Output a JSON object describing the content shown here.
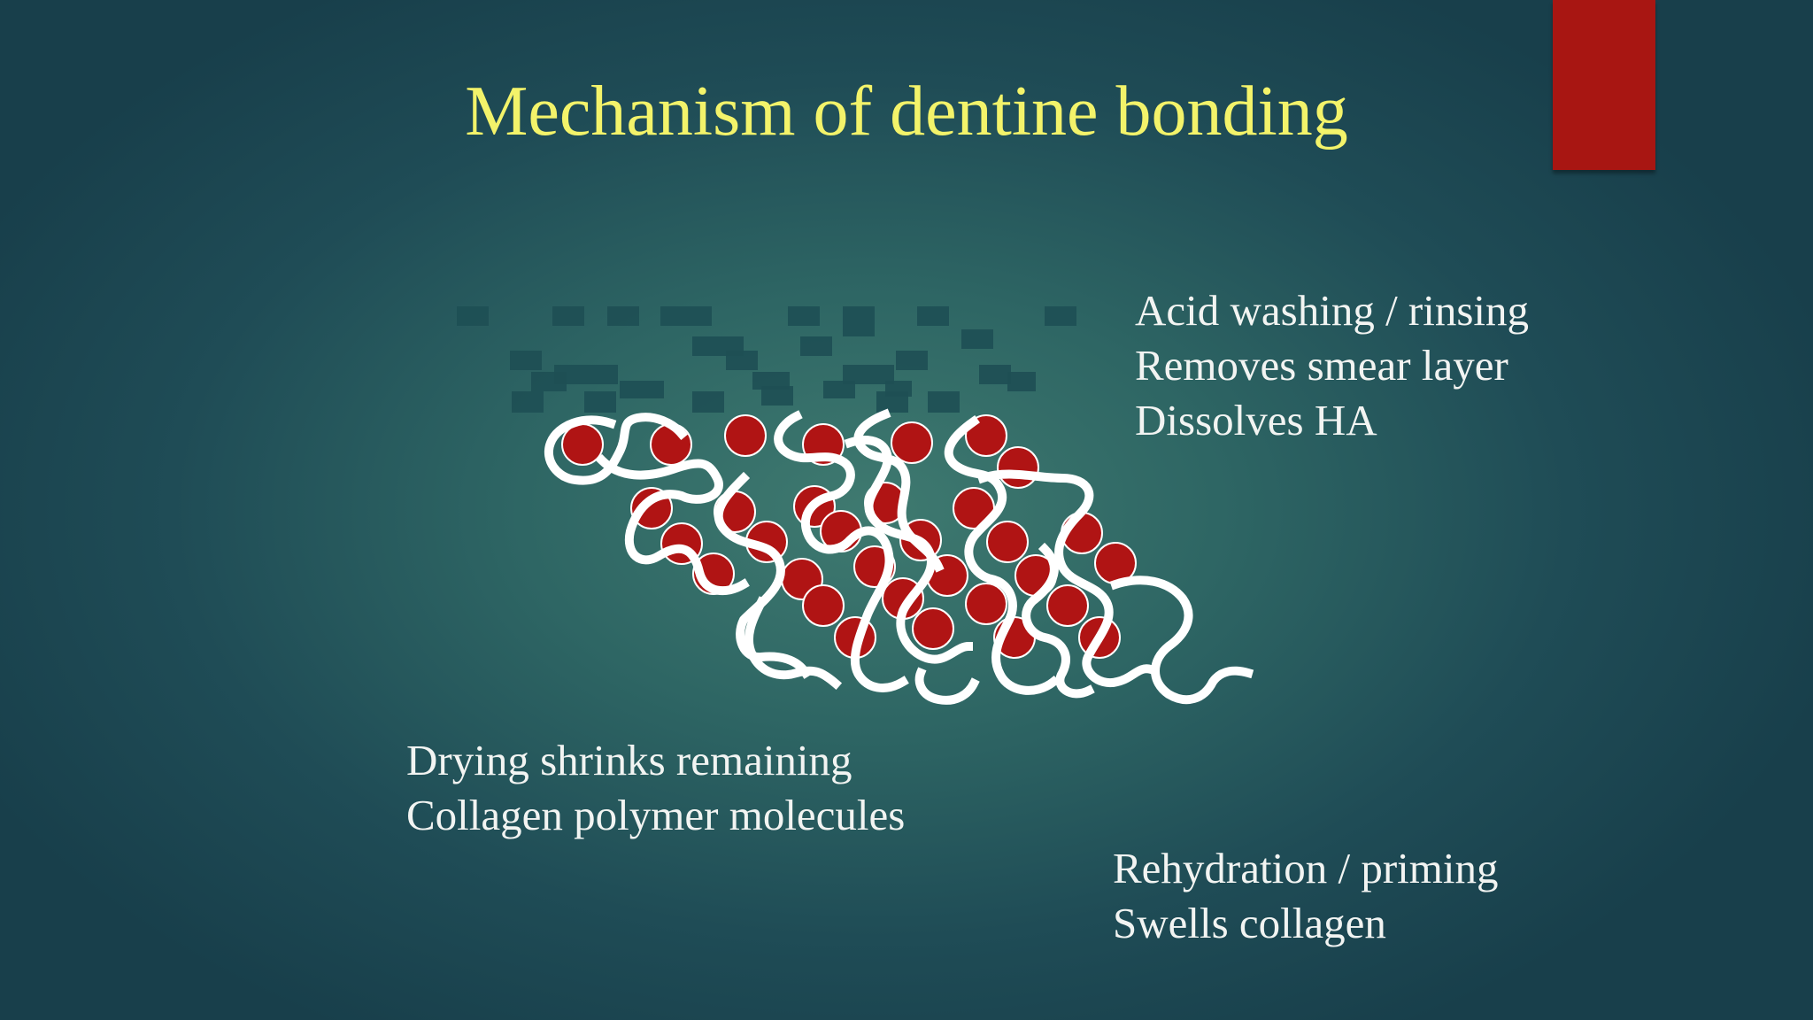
{
  "slide": {
    "title": "Mechanism of dentine bonding",
    "colors": {
      "title": "#f3f36a",
      "text": "#f2f4f2",
      "accent": "#a81612",
      "particle": "#b01414",
      "fibre": "#ffffff",
      "smear_square": "#1e4f54"
    }
  },
  "labels": {
    "acid": {
      "line1": "Acid washing / rinsing",
      "line2": "Removes smear layer",
      "line3": "Dissolves HA"
    },
    "drying": {
      "line1": "Drying shrinks remaining",
      "line2": "Collagen polymer molecules"
    },
    "rehydration": {
      "line1": "Rehydration / priming",
      "line2": "Swells collagen"
    }
  },
  "diagram": {
    "icons": {
      "smear_layer": "dark-square-fragments",
      "hydroxyapatite": "red-circle",
      "collagen": "white-wavy-fibre"
    }
  }
}
